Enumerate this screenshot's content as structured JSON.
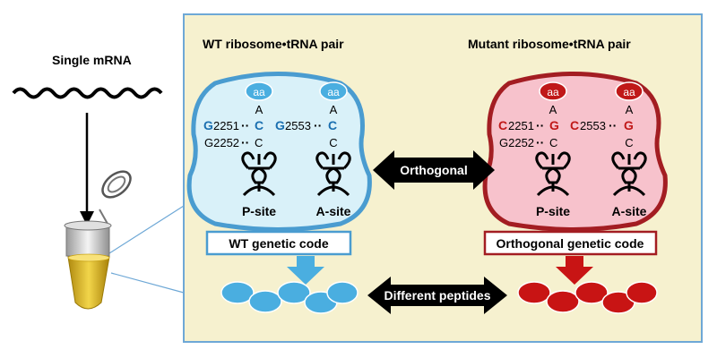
{
  "left": {
    "title": "Single mRNA"
  },
  "panel": {
    "wt_title": "WT ribosome•tRNA pair",
    "mut_title": "Mutant ribosome•tRNA pair",
    "orthogonal_label": "Orthogonal",
    "different_peptides_label": "Different peptides",
    "wt_code_label": "WT genetic code",
    "orth_code_label": "Orthogonal genetic code"
  },
  "wt": {
    "aa": "aa",
    "A": "A",
    "row1_a_base": "G",
    "row1_a_num": "2251",
    "row1_dots": "··",
    "row1_a_pair": "C",
    "row1_b_base": "G",
    "row1_b_num": "2553",
    "row1_b_dots": "··",
    "row1_b_pair": "C",
    "row2": "G2252",
    "row2_dots": "··",
    "row2_pair": "C",
    "C": "C",
    "p_site": "P-site",
    "a_site": "A-site"
  },
  "mut": {
    "aa": "aa",
    "A": "A",
    "row1_a_base": "C",
    "row1_a_num": "2251",
    "row1_dots": "··",
    "row1_a_pair": "G",
    "row1_b_base": "C",
    "row1_b_num": "2553",
    "row1_b_dots": "··",
    "row1_b_pair": "G",
    "row2": "G2252",
    "row2_dots": "··",
    "row2_pair": "C",
    "C": "C",
    "p_site": "P-site",
    "a_site": "A-site"
  },
  "colors": {
    "panel_bg": "#f6f1cf",
    "panel_border": "#6ea8d6",
    "wt_fill": "#d9f1f9",
    "wt_stroke": "#4a9cd0",
    "wt_accent": "#1a6fb0",
    "wt_peptide": "#4aaee0",
    "mut_fill": "#f7c2cc",
    "mut_stroke": "#a31d22",
    "mut_accent": "#c01818",
    "mut_peptide": "#c81414",
    "tube_yellow": "#e8c21e"
  }
}
